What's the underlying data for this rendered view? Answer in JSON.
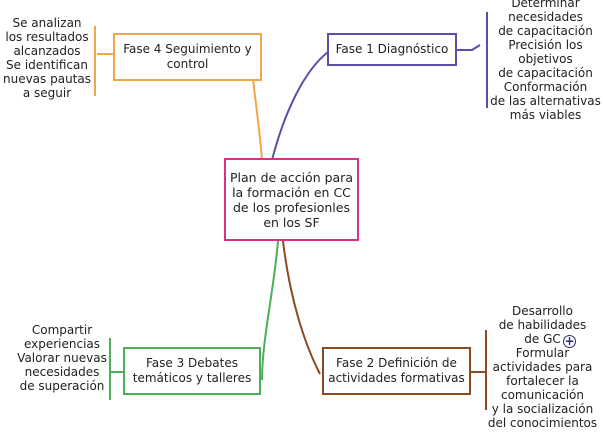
{
  "colors": {
    "center": "#d63384",
    "fase1": "#5d4ea8",
    "fase2": "#8b4a22",
    "fase3": "#4caf5a",
    "fase4": "#f2a64a"
  },
  "center": {
    "label": "Plan de acción para\nla formación en CC\nde los profesionles\nen los SF"
  },
  "fase1": {
    "label": "Fase 1 Diagnóstico",
    "notes": "Determinar\nnecesidades\nde capacitación\nPrecisión los\nobjetivos\nde capacitación\nConformación\nde las alternativas\nmás viables"
  },
  "fase2": {
    "label": "Fase 2 Definición de\nactividades formativas",
    "notes": "Desarrollo\nde habilidades\nde GC\nFormular\nactividades para\nfortalecer la\ncomunicación\ny la socialización\ndel conocimientos",
    "expand_icon": "plus-circle-icon"
  },
  "fase3": {
    "label": "Fase 3 Debates\ntemáticos y talleres",
    "notes": "Compartir\nexperiencias\nValorar nuevas\nnecesidades\nde superación"
  },
  "fase4": {
    "label": "Fase 4 Seguimiento y\ncontrol",
    "notes": "Se analizan\nlos resultados\nalcanzados\nSe identifican\nnuevas pautas\na seguir"
  }
}
